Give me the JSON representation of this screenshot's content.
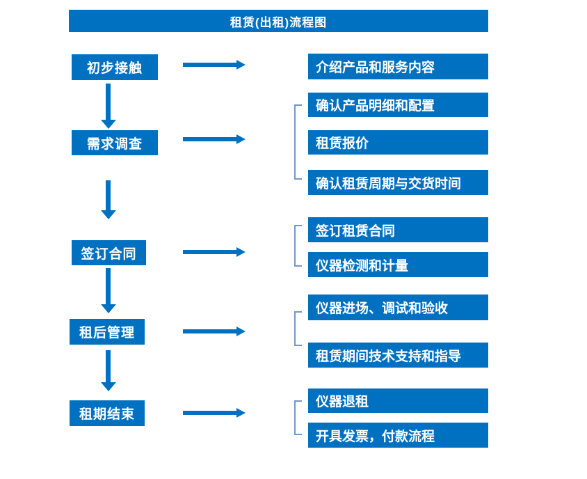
{
  "title": "租赁(出租)流程图",
  "steps": [
    {
      "label": "初步接触"
    },
    {
      "label": "需求调查"
    },
    {
      "label": "签订合同"
    },
    {
      "label": "租后管理"
    },
    {
      "label": "租期结束"
    }
  ],
  "details": [
    {
      "label": "介绍产品和服务内容"
    },
    {
      "label": "确认产品明细和配置"
    },
    {
      "label": "租赁报价"
    },
    {
      "label": "确认租赁周期与交货时间"
    },
    {
      "label": "签订租赁合同"
    },
    {
      "label": "仪器检测和计量"
    },
    {
      "label": "仪器进场、调试和验收"
    },
    {
      "label": "租赁期间技术支持和指导"
    },
    {
      "label": "仪器退租"
    },
    {
      "label": "开具发票，付款流程"
    }
  ],
  "colors": {
    "primary": "#0070c0",
    "bracket": "#7496c8",
    "text_on_primary": "#ffffff",
    "background": "#ffffff"
  }
}
